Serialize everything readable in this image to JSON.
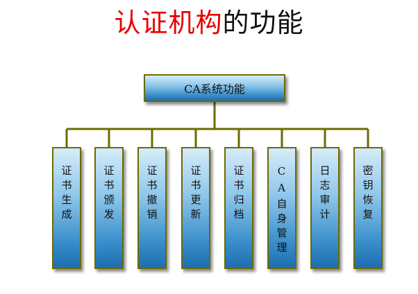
{
  "title": {
    "highlight": "认证机构",
    "rest": "的功能"
  },
  "root_label": "CA系统功能",
  "functions": [
    {
      "label": "证书生成"
    },
    {
      "label": "证书颁发"
    },
    {
      "label": "证书撤销"
    },
    {
      "label": "证书更新"
    },
    {
      "label": "证书归档"
    },
    {
      "label": "CA自身管理"
    },
    {
      "label": "日志审计"
    },
    {
      "label": "密钥恢复"
    }
  ],
  "colors": {
    "title_highlight": "#e60000",
    "connector": "#6b6b00",
    "box_top": "#d6ecfa",
    "box_bottom": "#1f6eb0"
  }
}
